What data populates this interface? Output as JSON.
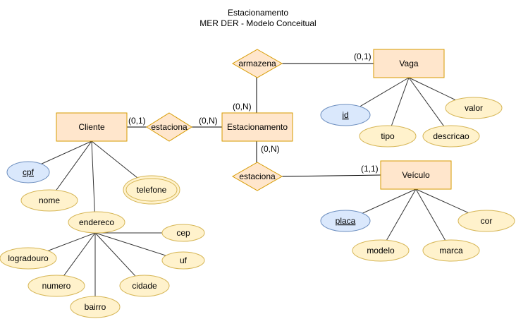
{
  "diagram": {
    "title": "Estacionamento",
    "subtitle": "MER DER - Modelo Conceitual",
    "entities": {
      "cliente": "Cliente",
      "estacionamento": "Estacionamento",
      "vaga": "Vaga",
      "veiculo": "Veículo"
    },
    "relationships": {
      "estaciona_cliente": "estaciona",
      "armazena": "armazena",
      "estaciona_veiculo": "estaciona"
    },
    "cardinalities": {
      "cliente_estaciona": "(0,1)",
      "estaciona_estacionamento": "(0,N)",
      "estacionamento_armazena": "(0,N)",
      "armazena_vaga": "(0,1)",
      "estacionamento_estaciona": "(0,N)",
      "estaciona_veiculo": "(1,1)"
    },
    "attributes": {
      "cliente": {
        "cpf": "cpf",
        "nome": "nome",
        "telefone": "telefone",
        "endereco": "endereco"
      },
      "endereco": {
        "cep": "cep",
        "uf": "uf",
        "cidade": "cidade",
        "bairro": "bairro",
        "numero": "numero",
        "logradouro": "logradouro"
      },
      "vaga": {
        "id": "id",
        "tipo": "tipo",
        "descricao": "descricao",
        "valor": "valor"
      },
      "veiculo": {
        "placa": "placa",
        "modelo": "modelo",
        "marca": "marca",
        "cor": "cor"
      }
    }
  }
}
